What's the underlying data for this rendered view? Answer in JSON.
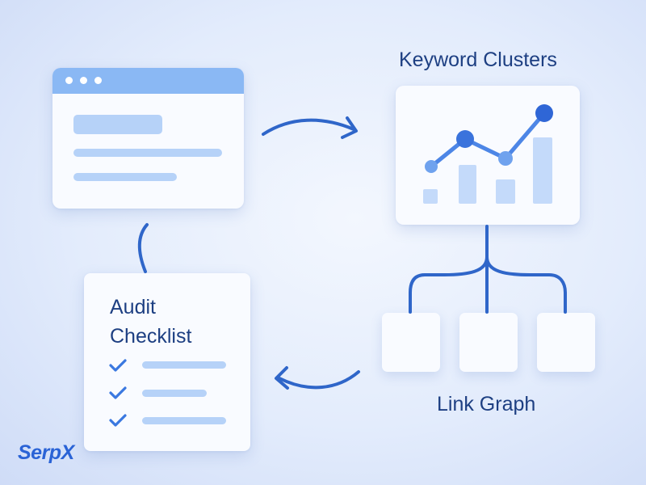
{
  "labels": {
    "keyword_clusters": "Keyword Clusters",
    "link_graph": "Link Graph",
    "audit_line1": "Audit",
    "audit_line2": "Checklist"
  },
  "logo": {
    "text": "SerpX"
  },
  "icons": {
    "browser": "browser-window-icon",
    "chart": "line-bar-chart-icon",
    "checklist": "checkmark-icon",
    "tree": "link-tree-icon",
    "arrows": "curved-arrow-icon"
  },
  "colors": {
    "accent": "#2f66c9",
    "label": "#1d3f82",
    "placeholder": "#b6d2f8",
    "title_bar": "#8ab8f4",
    "logo": "#2a63d6"
  }
}
